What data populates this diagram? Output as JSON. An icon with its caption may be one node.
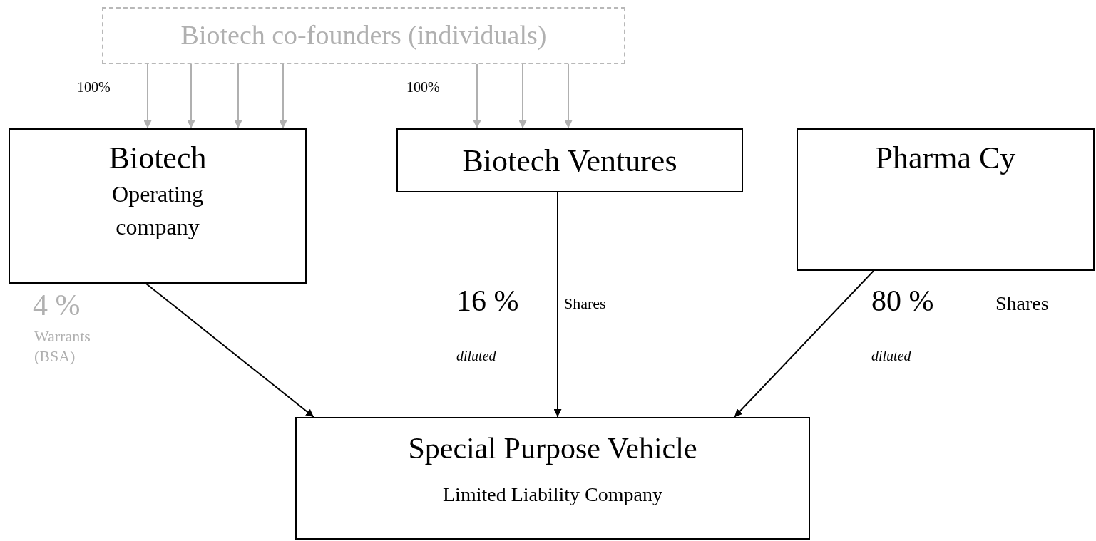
{
  "diagram": {
    "nodes": [
      {
        "text": [
          "Biotech co-founders (individuals)"
        ]
      },
      {
        "text": [
          "Biotech",
          "Operating company"
        ]
      },
      {
        "text": [
          "Biotech Ventures"
        ]
      },
      {
        "text": [
          "Pharma Cy"
        ]
      },
      {
        "text": [
          "Special Purpose Vehicle",
          "Limited Liability Company"
        ]
      }
    ],
    "edges": [
      {
        "from": 0,
        "to": 1,
        "arrow": "to",
        "color": "#b0b0b0"
      },
      {
        "from": 0,
        "to": 1,
        "arrow": "to",
        "color": "#b0b0b0"
      },
      {
        "from": 0,
        "to": 1,
        "arrow": "to",
        "color": "#b0b0b0"
      },
      {
        "from": 0,
        "to": 1,
        "arrow": "to",
        "color": "#b0b0b0"
      },
      {
        "from": 0,
        "to": 2,
        "arrow": "to",
        "color": "#b0b0b0"
      },
      {
        "from": 0,
        "to": 2,
        "arrow": "to",
        "color": "#b0b0b0"
      },
      {
        "from": 0,
        "to": 2,
        "arrow": "to",
        "color": "#b0b0b0"
      },
      {
        "from": 1,
        "to": 4,
        "arrow": "to",
        "color": "#000000"
      },
      {
        "from": 2,
        "to": 4,
        "arrow": "to",
        "color": "#000000"
      },
      {
        "from": 3,
        "to": 4,
        "arrow": "to",
        "color": "#000000"
      }
    ],
    "labels": [
      "100%",
      "100%",
      "4 %",
      "Warrants (BSA)",
      "16 %",
      "Shares",
      "diluted",
      "80 %",
      "Shares",
      "diluted"
    ]
  }
}
